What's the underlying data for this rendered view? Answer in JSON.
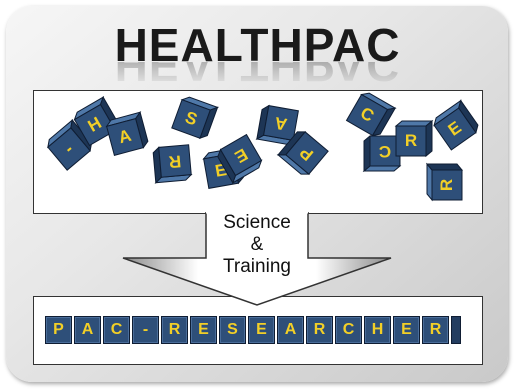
{
  "title": "HEALTHPAC",
  "arrow_label": [
    "Science",
    "&",
    "Training"
  ],
  "scattered_letters": [
    "-",
    "H",
    "A",
    "S",
    "R",
    "E",
    "E",
    "A",
    "P",
    "C",
    "C",
    "R",
    "E",
    "R"
  ],
  "result_letters": [
    "P",
    "A",
    "C",
    "-",
    "R",
    "E",
    "S",
    "E",
    "A",
    "R",
    "C",
    "H",
    "E",
    "R"
  ],
  "colors": {
    "cube_face": "#2e4f79",
    "letter": "#f2cf27",
    "card": "#e7e7e7"
  }
}
